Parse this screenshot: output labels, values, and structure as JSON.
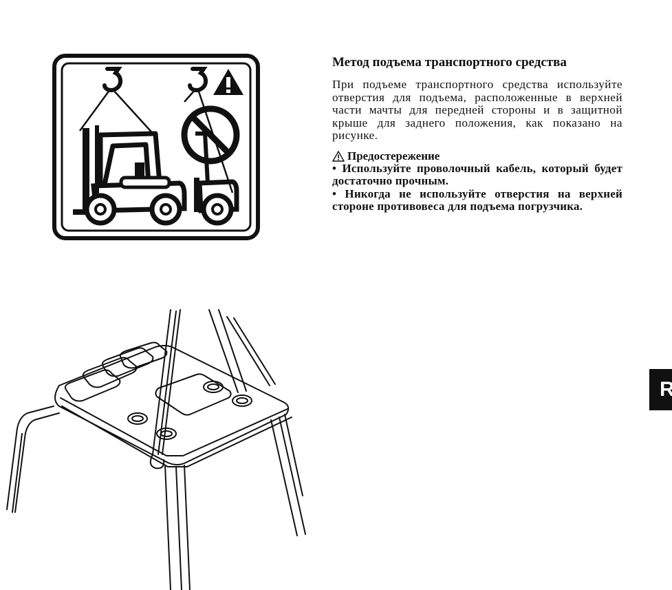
{
  "section": {
    "heading": "Метод подъема транспортного средства",
    "body": "При подъеме транспортного средства используйте отверстия для подъема, расположенные в верхней части мачты для передней стороны и в защитной крыше для заднего положения, как показано на рисунке."
  },
  "caution": {
    "title": "Предостережение",
    "items": [
      "• Используйте проволочный кабель, который будет достаточно прочным.",
      "• Никогда не используйте отверстия на верхней стороне противовеса для подъема погрузчика."
    ]
  },
  "side_tab": {
    "label": "R"
  },
  "icons": {
    "pictogram": "forklift-lifting-pictogram",
    "warning": "warning-triangle-icon",
    "prohibition": "prohibition-icon",
    "hook": "crane-hook-icon"
  }
}
